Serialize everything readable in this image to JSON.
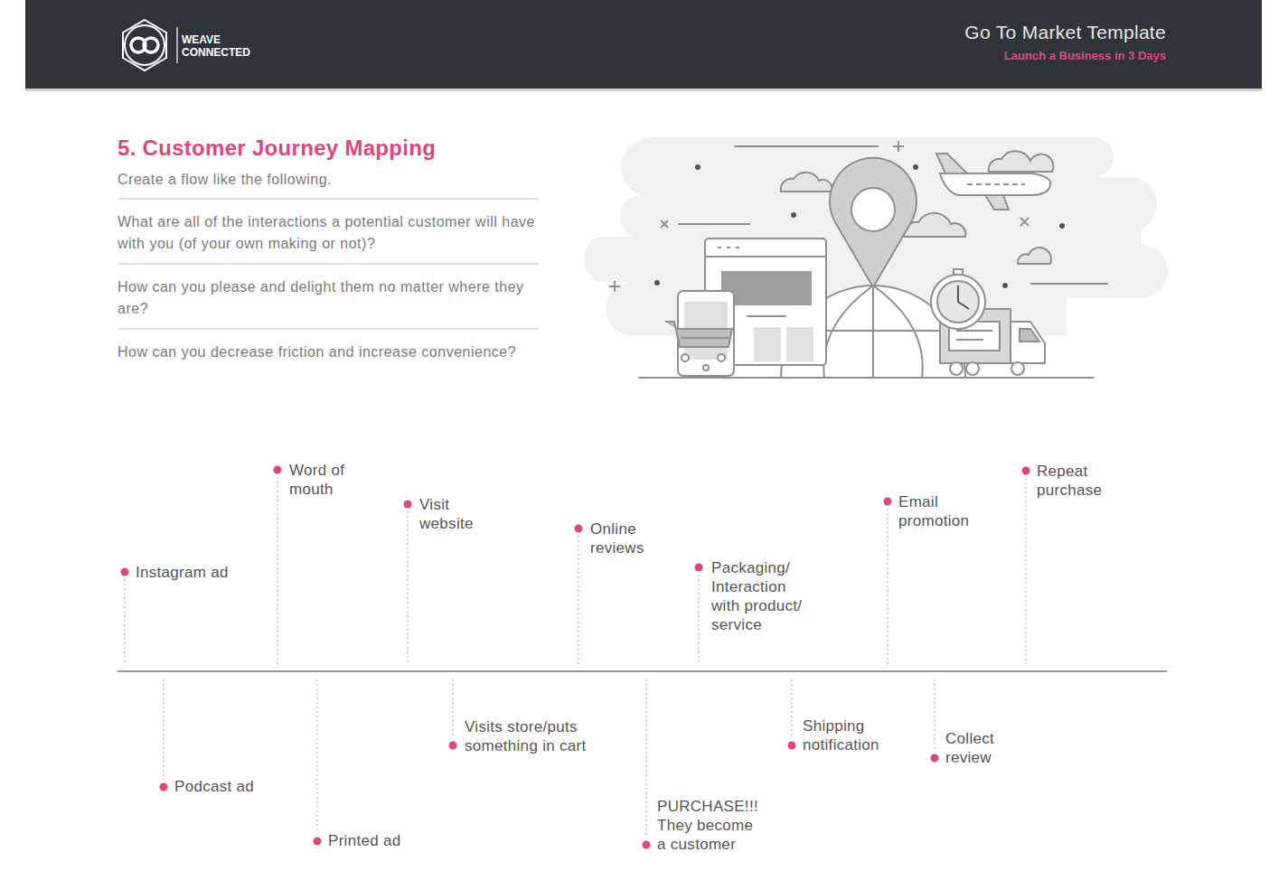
{
  "diagram": {
    "title": "5. Customer Journey Mapping",
    "labels": [
      "WEAVE",
      "CONNECTED",
      "Go To Market Template",
      "Launch a Business in 3 Days",
      "Create a flow like the following.",
      "What are all of the interactions a potential customer will have with you (of your own making or not)?",
      "How can you please and delight them no matter where they are?",
      "How can you decrease friction and increase convenience?",
      "Instagram ad",
      "Word of mouth",
      "Visit website",
      "Online reviews",
      "Packaging/ Interaction with product/ service",
      "Email promotion",
      "Repeat purchase",
      "Podcast ad",
      "Printed ad",
      "Visits store/puts something in cart",
      "PURCHASE!!! They become a customer",
      "Shipping notification",
      "Collect review"
    ]
  }
}
